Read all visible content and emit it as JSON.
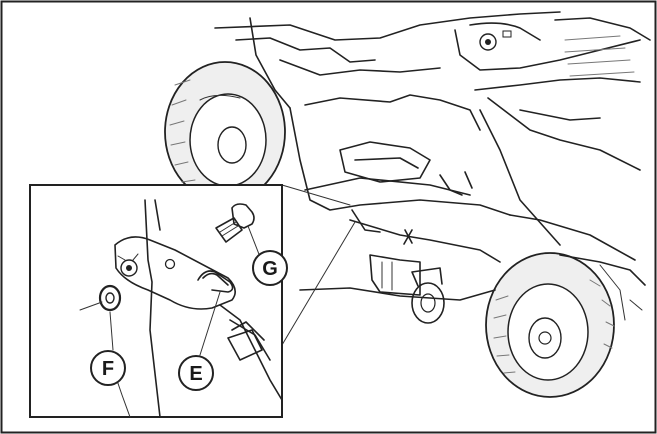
{
  "callouts": {
    "e": "E",
    "f": "F",
    "g": "G"
  },
  "colors": {
    "ink": "#222222",
    "tread": "#e9e9e9",
    "paper": "#ffffff"
  },
  "icons": [
    "tractor-illustration",
    "bracket-detail",
    "washer",
    "bolt",
    "clip"
  ]
}
